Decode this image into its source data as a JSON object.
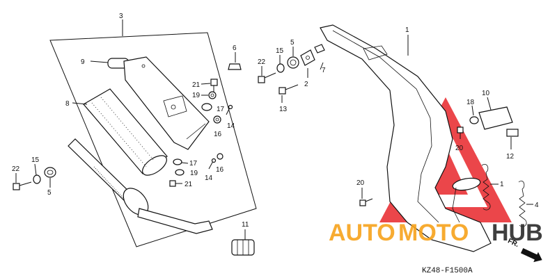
{
  "diagram_code": "KZ48-F1500A",
  "front_indicator": "FR.",
  "watermark": {
    "brand_auto": "AUTO",
    "brand_moto": "MOTO",
    "brand_hub": "HUB",
    "color_red": "#e8262b",
    "color_orange": "#f7a21b",
    "color_dark": "#2b2b2b"
  },
  "callouts": {
    "c1a": "1",
    "c1b": "1",
    "c2": "2",
    "c3": "3",
    "c4": "4",
    "c5a": "5",
    "c5b": "5",
    "c6": "6",
    "c7": "7",
    "c8": "8",
    "c9": "9",
    "c10": "10",
    "c11": "11",
    "c12": "12",
    "c13": "13",
    "c14a": "14",
    "c14b": "14",
    "c15a": "15",
    "c15b": "15",
    "c16a": "16",
    "c16b": "16",
    "c17a": "17",
    "c17b": "17",
    "c18": "18",
    "c19a": "19",
    "c19b": "19",
    "c20a": "20",
    "c20b": "20",
    "c21a": "21",
    "c21b": "21",
    "c22a": "22",
    "c22b": "22"
  }
}
